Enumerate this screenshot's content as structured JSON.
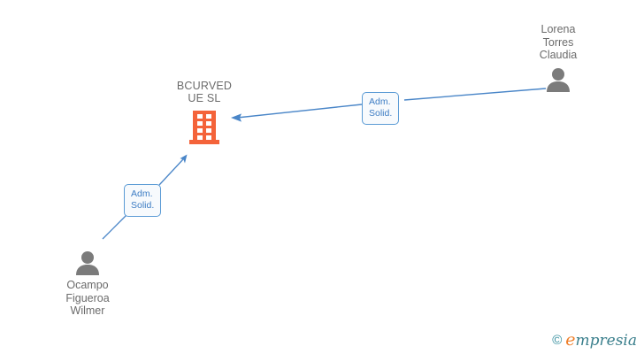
{
  "diagram": {
    "type": "company-relationship-graph",
    "background_color": "#ffffff",
    "company": {
      "name": "BCURVED\nUE  SL",
      "name_line1": "BCURVED",
      "name_line2": "UE  SL",
      "icon": "building-icon",
      "icon_color": "#f4633a",
      "text_color": "#6b6b6b"
    },
    "persons": [
      {
        "id": "person-lorena-torres-claudia",
        "name": "Lorena\nTorres\nClaudia",
        "icon": "person-icon",
        "icon_color": "#7b7b7b",
        "position": "top-right"
      },
      {
        "id": "person-ocampo-figueroa-wilmer",
        "name": "Ocampo\nFigueroa\nWilmer",
        "icon": "person-icon",
        "icon_color": "#7b7b7b",
        "position": "bottom-left"
      }
    ],
    "relations": [
      {
        "id": "relation-lorena-to-company",
        "label": "Adm.\nSolid.",
        "from": "person-lorena-torres-claudia",
        "to": "company",
        "color": "#4a86c8",
        "arrow_at": "company"
      },
      {
        "id": "relation-ocampo-to-company",
        "label": "Adm.\nSolid.",
        "from": "person-ocampo-figueroa-wilmer",
        "to": "company",
        "color": "#4a86c8",
        "arrow_at": "company"
      }
    ],
    "watermark": {
      "copyright": "©",
      "brand_first_letter": "e",
      "brand_rest": "mpresia",
      "brand_accent_color": "#ef7f2a",
      "brand_color": "#3a7f8c"
    }
  }
}
